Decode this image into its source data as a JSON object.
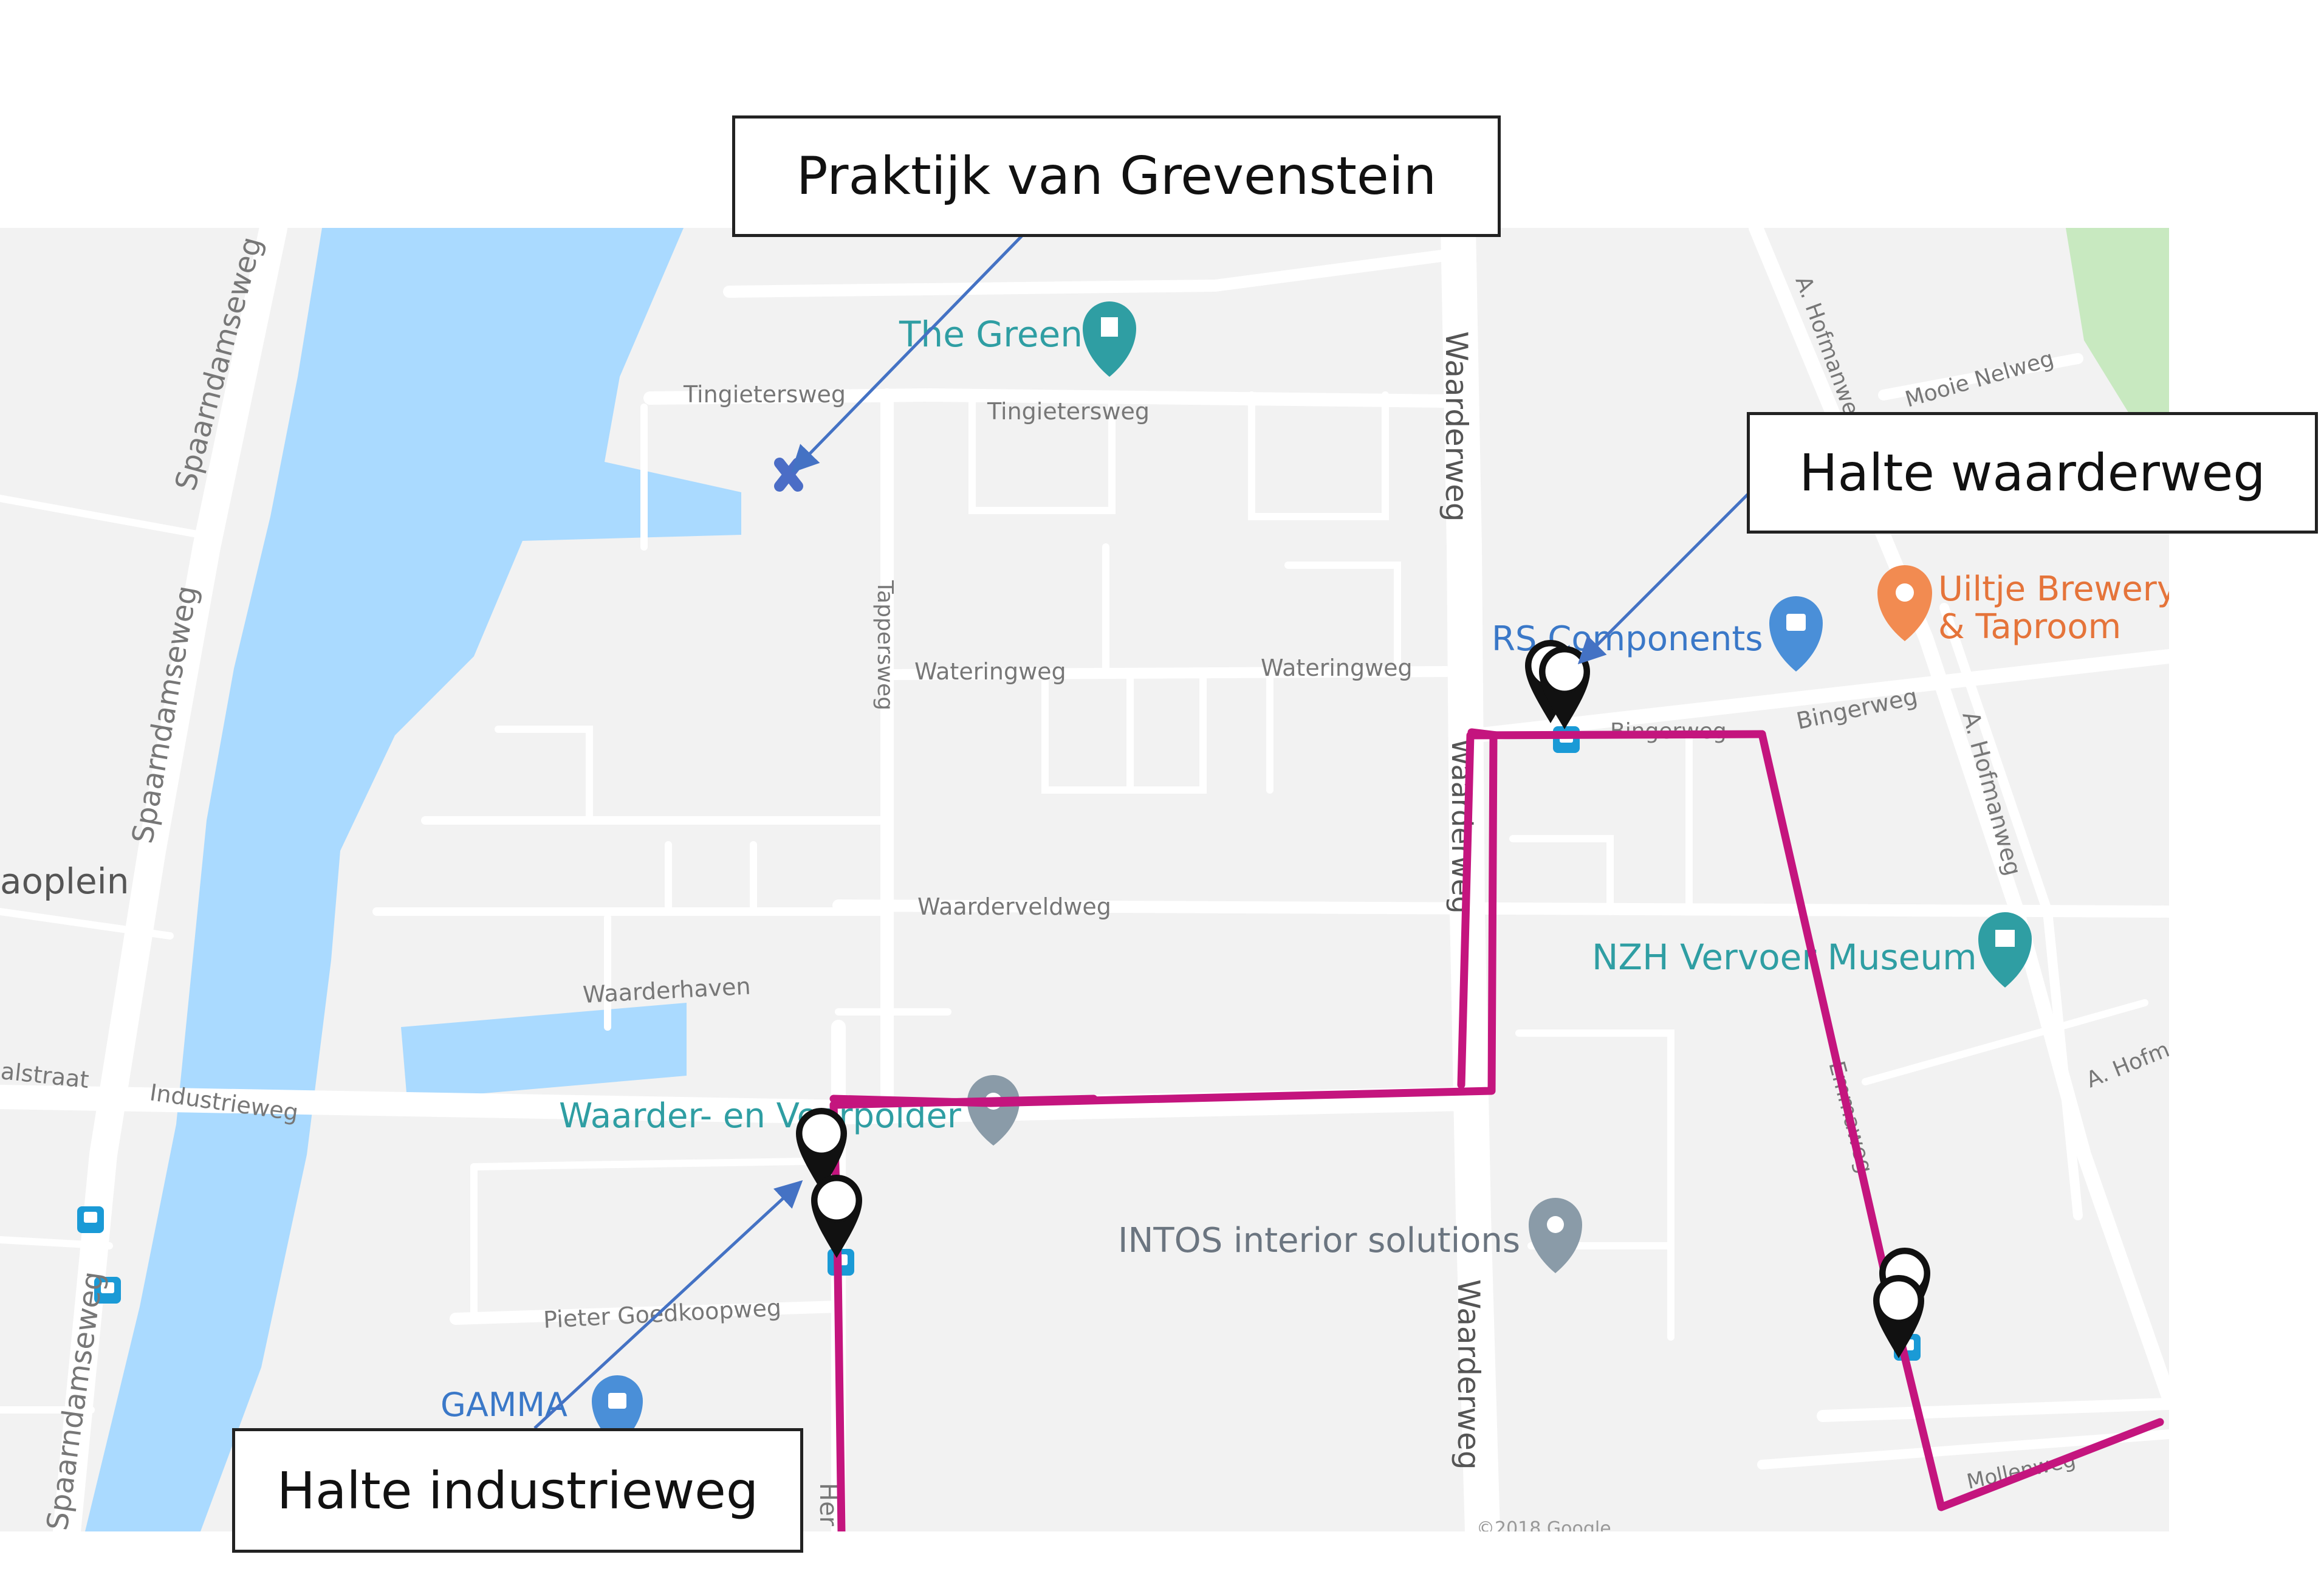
{
  "callouts": {
    "practice": "Praktijk van Grevenstein",
    "stop_waarderweg": "Halte waarderweg",
    "stop_industrieweg": "Halte industrieweg"
  },
  "places": {
    "the_green": "The Green",
    "rs_components": "RS Components",
    "uiltje_line1": "Uiltje Brewery",
    "uiltje_line2": "& Taproom",
    "nzh_museum": "NZH Vervoer Museum",
    "waarder_polder": "Waarder- en Veerpolder",
    "intos": "INTOS interior solutions",
    "gamma": "GAMMA",
    "plein_fragment": "aoplein",
    "map_attribution": "©2018 Google"
  },
  "streets": {
    "spaarndamseweg_a": "Spaarndamseweg",
    "spaarndamseweg_b": "Spaarndamseweg",
    "spaarndamseweg_c": "Spaarndamseweg",
    "tingietersweg_a": "Tingietersweg",
    "tingietersweg_b": "Tingietersweg",
    "wateringweg_a": "Wateringweg",
    "wateringweg_b": "Wateringweg",
    "tappersweg": "Tappersweg",
    "waarderweg_a": "Waarderweg",
    "waarderweg_b": "Waarderweg",
    "waarderweg_c": "Waarderweg",
    "waarderveldweg": "Waarderveldweg",
    "waarderhaven": "Waarderhaven",
    "industrieweg": "Industrieweg",
    "kanaalstraat_fragment": "alstraat",
    "pieter_goedkoopweg": "Pieter Goedkoopweg",
    "bingerweg_a": "Bingerweg",
    "bingerweg_b": "Bingerweg",
    "hofmanweg_a": "A. Hofmanweg",
    "hofmanweg_b": "A. Hofmanweg",
    "hofmanweg_c": "A. Hofm",
    "mooie_nelweg": "Mooie Nelweg",
    "emmaweg_fragment": "Emmaweg",
    "mollenweg": "Mollenweg",
    "herenweg_fragment": "Her"
  },
  "colors": {
    "water": "#aadaff",
    "land": "#f2f2f2",
    "road": "#ffffff",
    "park": "#c8e9c0",
    "route": "#c4157e",
    "callout_arrow": "#4472c4",
    "poi_teal": "#2f9ea3",
    "poi_orange": "#f28b51",
    "poi_grey": "#8a9ba8"
  },
  "icons": {
    "practice_marker": "x-marker-icon",
    "the_green_pin": "sports-pin-icon",
    "rs_pin": "shopping-bag-pin-icon",
    "uiltje_pin": "food-pin-icon",
    "museum_pin": "museum-pin-icon",
    "intos_pin": "location-pin-icon",
    "gamma_pin": "shopping-bag-pin-icon",
    "bus_stop": "bus-stop-icon",
    "stop_marker": "map-marker-icon"
  }
}
